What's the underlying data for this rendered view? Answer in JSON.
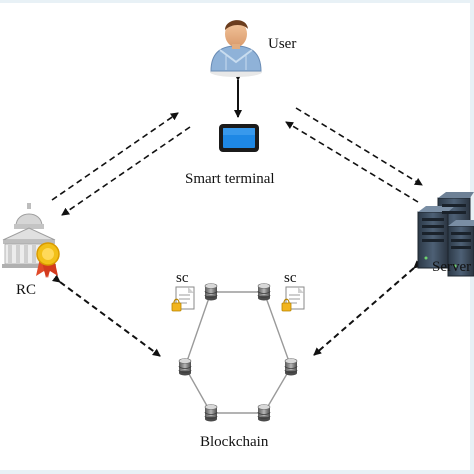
{
  "nodes": {
    "user": {
      "label": "User",
      "icon": "user-icon"
    },
    "smart_terminal": {
      "label": "Smart terminal",
      "icon": "tablet-icon"
    },
    "rc": {
      "label": "RC",
      "icon": "government-building-icon"
    },
    "server": {
      "label": "Server",
      "icon": "server-rack-icon"
    },
    "blockchain": {
      "label": "Blockchain",
      "icon": "database-icon"
    },
    "sc_left": {
      "label": "sc",
      "icon": "smart-contract-document-icon"
    },
    "sc_right": {
      "label": "sc",
      "icon": "smart-contract-document-icon"
    }
  },
  "colors": {
    "arrow": "#111111",
    "tablet_screen": "#1e88e5",
    "server_body": "#3a4a5c",
    "blockchain_line": "#9a9a9a",
    "badge_gold": "#f2c018",
    "building": "#d9d9d9"
  }
}
